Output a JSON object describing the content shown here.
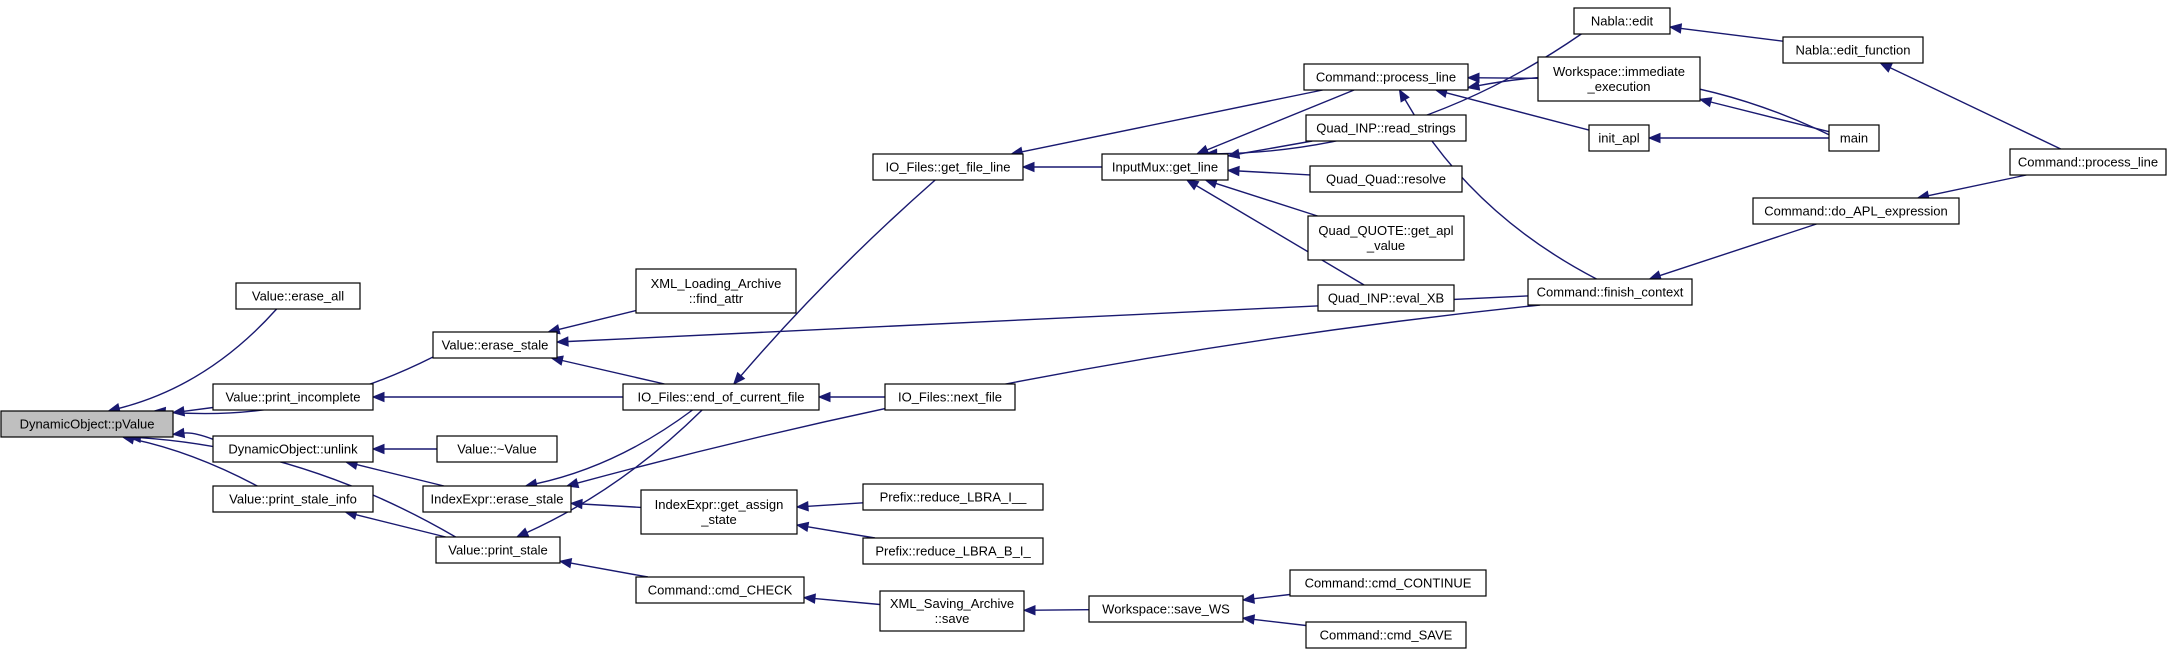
{
  "graph": {
    "title": "",
    "nodes": [
      {
        "id": "dyn_pvalue",
        "lines": [
          "DynamicObject::pValue"
        ],
        "root": true
      },
      {
        "id": "value_erase_all",
        "lines": [
          "Value::erase_all"
        ]
      },
      {
        "id": "value_erase_stale",
        "lines": [
          "Value::erase_stale"
        ]
      },
      {
        "id": "value_print_incomplete",
        "lines": [
          "Value::print_incomplete"
        ]
      },
      {
        "id": "dyn_unlink",
        "lines": [
          "DynamicObject::unlink"
        ]
      },
      {
        "id": "value_print_stale_info",
        "lines": [
          "Value::print_stale_info"
        ]
      },
      {
        "id": "value_print_stale",
        "lines": [
          "Value::print_stale"
        ]
      },
      {
        "id": "xml_find_attr",
        "lines": [
          "XML_Loading_Archive",
          "::find_attr"
        ]
      },
      {
        "id": "io_end_of_file",
        "lines": [
          "IO_Files::end_of_current_file"
        ]
      },
      {
        "id": "value_dtor",
        "lines": [
          "Value::~Value"
        ]
      },
      {
        "id": "indexexpr_erase_stale",
        "lines": [
          "IndexExpr::erase_stale"
        ]
      },
      {
        "id": "indexexpr_get_assign",
        "lines": [
          "IndexExpr::get_assign",
          "_state"
        ]
      },
      {
        "id": "cmd_check",
        "lines": [
          "Command::cmd_CHECK"
        ]
      },
      {
        "id": "io_get_file_line",
        "lines": [
          "IO_Files::get_file_line"
        ]
      },
      {
        "id": "io_next_file",
        "lines": [
          "IO_Files::next_file"
        ]
      },
      {
        "id": "inputmux_get_line",
        "lines": [
          "InputMux::get_line"
        ]
      },
      {
        "id": "prefix_lbra_i",
        "lines": [
          "Prefix::reduce_LBRA_I__"
        ]
      },
      {
        "id": "prefix_lbra_b",
        "lines": [
          "Prefix::reduce_LBRA_B_I_"
        ]
      },
      {
        "id": "xml_save",
        "lines": [
          "XML_Saving_Archive",
          "::save"
        ]
      },
      {
        "id": "ws_save_ws",
        "lines": [
          "Workspace::save_WS"
        ]
      },
      {
        "id": "cmd_process_line",
        "lines": [
          "Command::process_line"
        ]
      },
      {
        "id": "quad_inp_read",
        "lines": [
          "Quad_INP::read_strings"
        ]
      },
      {
        "id": "quad_quad_resolve",
        "lines": [
          "Quad_Quad::resolve"
        ]
      },
      {
        "id": "quad_quote_get",
        "lines": [
          "Quad_QUOTE::get_apl",
          "_value"
        ]
      },
      {
        "id": "quad_inp_eval",
        "lines": [
          "Quad_INP::eval_XB"
        ]
      },
      {
        "id": "cmd_continue",
        "lines": [
          "Command::cmd_CONTINUE"
        ]
      },
      {
        "id": "cmd_save",
        "lines": [
          "Command::cmd_SAVE"
        ]
      },
      {
        "id": "nabla_edit",
        "lines": [
          "Nabla::edit"
        ]
      },
      {
        "id": "ws_immediate",
        "lines": [
          "Workspace::immediate",
          "_execution"
        ]
      },
      {
        "id": "init_apl",
        "lines": [
          "init_apl"
        ]
      },
      {
        "id": "cmd_finish_context",
        "lines": [
          "Command::finish_context"
        ]
      },
      {
        "id": "nabla_edit_function",
        "lines": [
          "Nabla::edit_function"
        ]
      },
      {
        "id": "main",
        "lines": [
          "main"
        ]
      },
      {
        "id": "cmd_do_apl",
        "lines": [
          "Command::do_APL_expression"
        ]
      },
      {
        "id": "cmd_process_line2",
        "lines": [
          "Command::process_line"
        ]
      }
    ],
    "edges": [
      [
        "value_erase_all",
        "dyn_pvalue"
      ],
      [
        "value_erase_stale",
        "dyn_pvalue"
      ],
      [
        "value_print_incomplete",
        "dyn_pvalue"
      ],
      [
        "dyn_unlink",
        "dyn_pvalue"
      ],
      [
        "value_print_stale_info",
        "dyn_pvalue"
      ],
      [
        "value_print_stale",
        "dyn_pvalue"
      ],
      [
        "xml_find_attr",
        "value_erase_stale"
      ],
      [
        "io_end_of_file",
        "value_erase_stale"
      ],
      [
        "cmd_finish_context",
        "value_erase_stale"
      ],
      [
        "io_end_of_file",
        "value_print_incomplete"
      ],
      [
        "value_dtor",
        "dyn_unlink"
      ],
      [
        "indexexpr_erase_stale",
        "dyn_unlink"
      ],
      [
        "value_print_stale",
        "value_print_stale_info"
      ],
      [
        "io_end_of_file",
        "indexexpr_erase_stale"
      ],
      [
        "indexexpr_get_assign",
        "indexexpr_erase_stale"
      ],
      [
        "cmd_finish_context",
        "indexexpr_erase_stale"
      ],
      [
        "io_end_of_file",
        "value_print_stale"
      ],
      [
        "cmd_check",
        "value_print_stale"
      ],
      [
        "io_get_file_line",
        "io_end_of_file"
      ],
      [
        "io_next_file",
        "io_end_of_file"
      ],
      [
        "inputmux_get_line",
        "io_get_file_line"
      ],
      [
        "cmd_process_line",
        "io_get_file_line"
      ],
      [
        "prefix_lbra_i",
        "indexexpr_get_assign"
      ],
      [
        "prefix_lbra_b",
        "indexexpr_get_assign"
      ],
      [
        "xml_save",
        "cmd_check"
      ],
      [
        "ws_save_ws",
        "xml_save"
      ],
      [
        "cmd_continue",
        "ws_save_ws"
      ],
      [
        "cmd_save",
        "ws_save_ws"
      ],
      [
        "cmd_process_line",
        "inputmux_get_line"
      ],
      [
        "quad_inp_read",
        "inputmux_get_line"
      ],
      [
        "quad_quad_resolve",
        "inputmux_get_line"
      ],
      [
        "quad_quote_get",
        "inputmux_get_line"
      ],
      [
        "quad_inp_eval",
        "inputmux_get_line"
      ],
      [
        "nabla_edit",
        "inputmux_get_line"
      ],
      [
        "ws_immediate",
        "cmd_process_line"
      ],
      [
        "init_apl",
        "cmd_process_line"
      ],
      [
        "main",
        "cmd_process_line"
      ],
      [
        "cmd_finish_context",
        "cmd_process_line"
      ],
      [
        "nabla_edit_function",
        "nabla_edit"
      ],
      [
        "main",
        "ws_immediate"
      ],
      [
        "main",
        "init_apl"
      ],
      [
        "cmd_do_apl",
        "cmd_finish_context"
      ],
      [
        "cmd_process_line2",
        "nabla_edit_function"
      ],
      [
        "cmd_process_line2",
        "cmd_do_apl"
      ]
    ]
  }
}
